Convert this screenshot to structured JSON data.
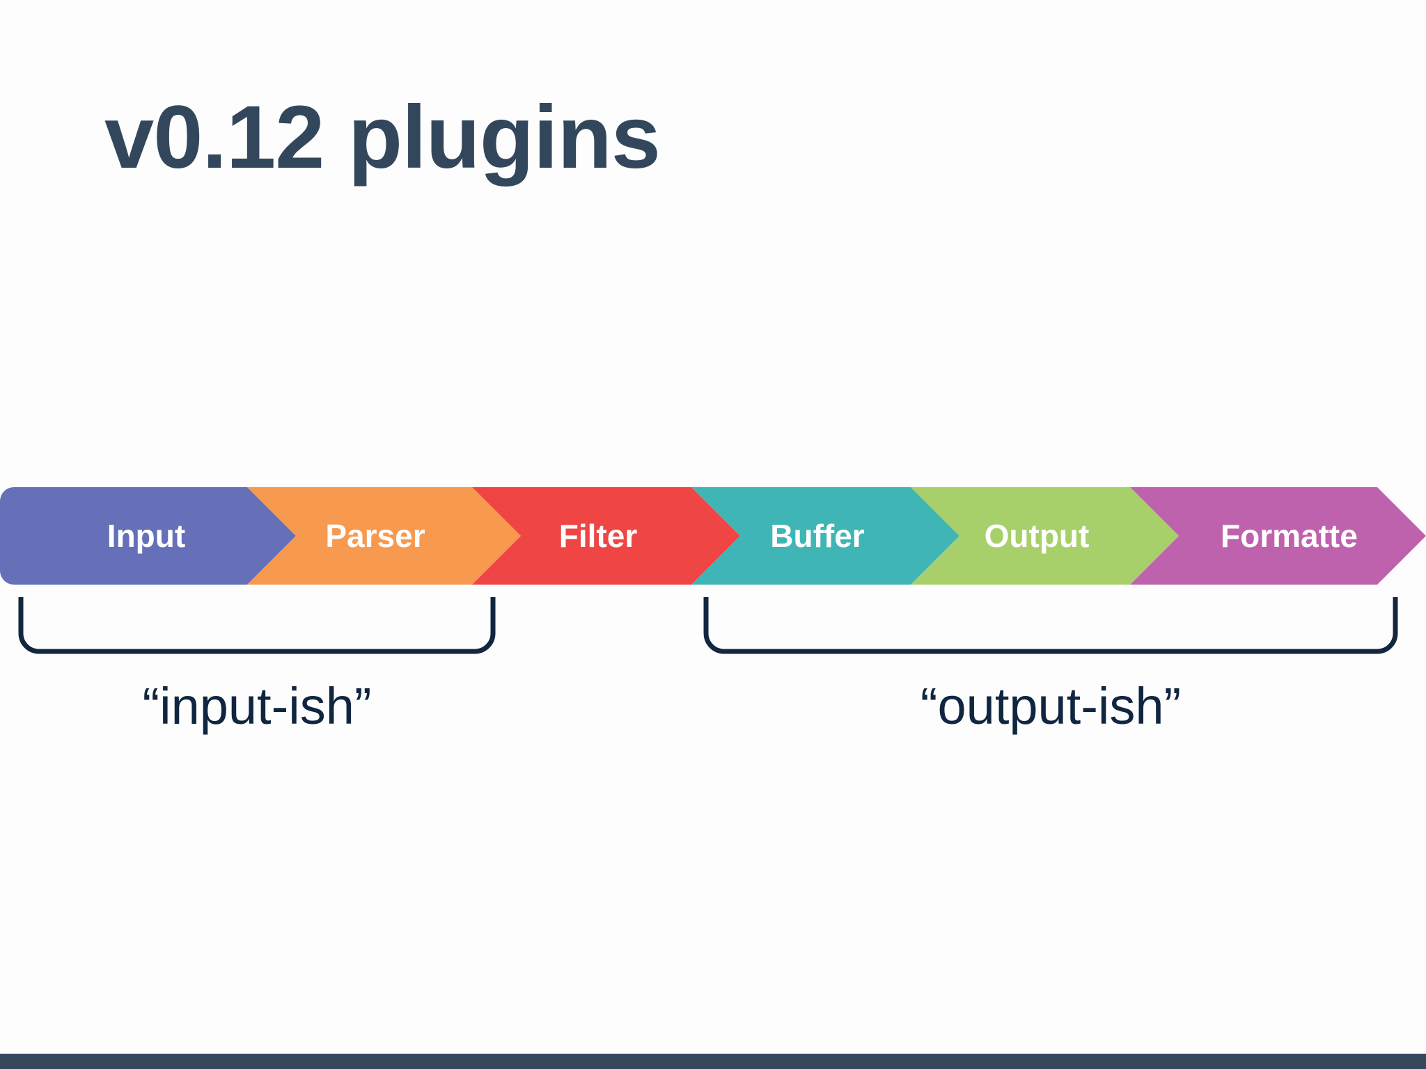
{
  "slide": {
    "title": "v0.12 plugins",
    "background_color": "#fdfdfd",
    "title_color": "#33475c",
    "accent_bar_color": "#36485c",
    "bracket_stroke_color": "#12263f"
  },
  "pipeline": {
    "name": "plugin-pipeline",
    "stages": [
      {
        "label": "Input",
        "color": "#6570b8"
      },
      {
        "label": "Parser",
        "color": "#f7994f"
      },
      {
        "label": "Filter",
        "color": "#ef4545"
      },
      {
        "label": "Buffer",
        "color": "#40b5b5"
      },
      {
        "label": "Output",
        "color": "#a8d06a"
      },
      {
        "label": "Formatte",
        "color": "#bf62ad"
      }
    ]
  },
  "groups": [
    {
      "name": "input-ish-group",
      "label": "“input-ish”"
    },
    {
      "name": "output-ish-group",
      "label": "“output-ish”"
    }
  ]
}
